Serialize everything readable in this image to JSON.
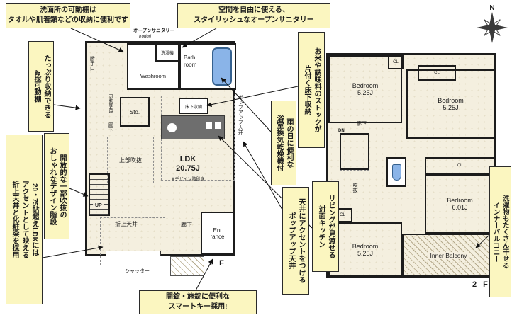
{
  "compass": {
    "north": "N"
  },
  "callouts": {
    "washroom_shelf": "洗面所の可動棚は\nタオルや肌着類などの収納に便利です",
    "open_sanitary": "空間を自由に使える、\nスタイリッシュなオープンサニタリー",
    "movable_shelf": "たっぷり収納できる\n4段可動棚",
    "design_stairs": "開放的な一部吹抜の\nおしゃれなデザイン階段",
    "ldk_ceiling": "20・75帖超えLDKには\nアクセントとして映える\n折上天井と化粧梁を採用",
    "floor_storage": "お米や調味料のストックが\n片付く床下収納",
    "bath_dryer": "雨の日に便利な\n浴室換気乾燥機付",
    "popup_ceiling": "天井にアクセントをつける\nポップアップ天井",
    "open_kitchen": "リビングが見渡せる\n対面キッチン",
    "smart_key": "開錠・施錠に便利な\nスマートキー採用!",
    "inner_balcony": "洗濯物もたくさん干せる\nインナーバルコニー"
  },
  "floor1": {
    "floor_label": "1 F",
    "open_sanitary_title": "オープンサニタリー",
    "open_sanitary_sub": "Irodori",
    "back_door": "勝手口",
    "washroom": "Washroom",
    "washer": "洗濯機",
    "bathroom": "Bath\nroom",
    "shelf": "可動棚4段",
    "hallway_a": "廊下",
    "storage": "Sto.",
    "underfloor_storage": "床下収納",
    "ldk": "LDK\n20.75J",
    "ldk_note": "※デザイン階段含",
    "void": "上部吹抜",
    "up": "UP",
    "coffered_ceiling": "折上天井",
    "hallway_b": "廊下",
    "entrance": "Ent\nrance",
    "shutter": "シャッター",
    "popup_ceiling": "ポップアップ天井"
  },
  "floor2": {
    "floor_label": "2 F",
    "bedroom_nw": "Bedroom\n5.25J",
    "bedroom_ne": "Bedroom\n5.25J",
    "bedroom_e": "Bedroom\n6.01J",
    "bedroom_sw": "Bedroom\n5.25J",
    "inner_balcony": "Inner Balcony",
    "hallway": "廊下",
    "down": "DN",
    "void": "吹抜",
    "closet_a": "CL",
    "closet_b": "CL",
    "closet_c": "CL",
    "closet_d": "CL"
  }
}
